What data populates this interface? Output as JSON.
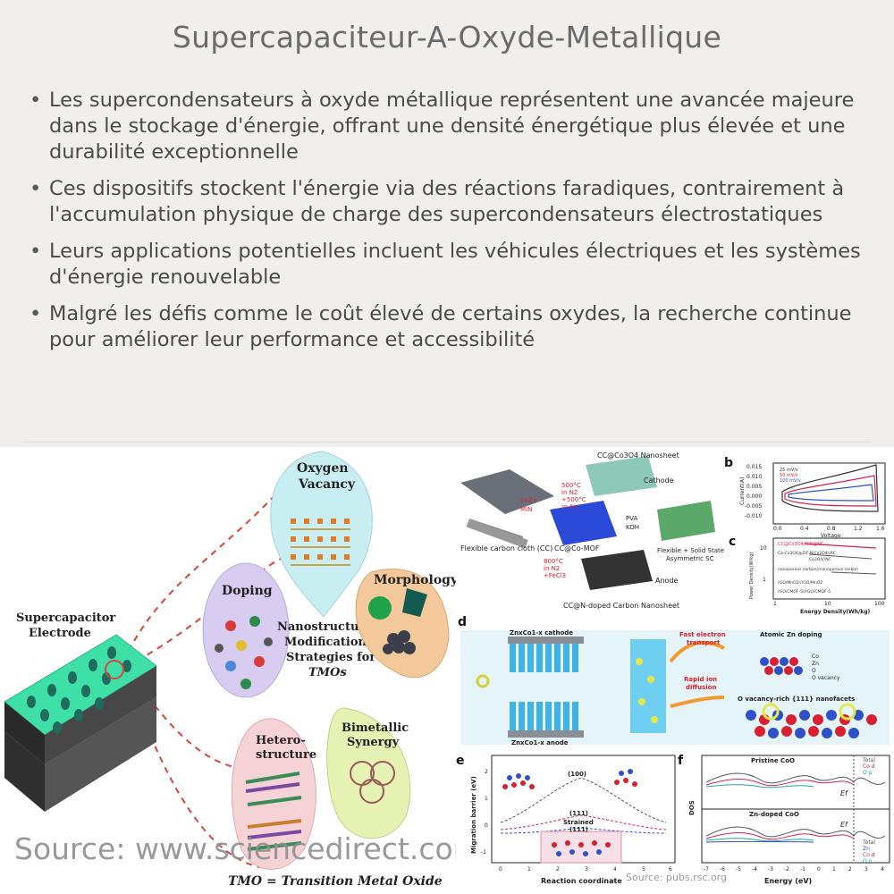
{
  "title": "Supercapaciteur-A-Oxyde-Metallique",
  "bullets": [
    "Les supercondensateurs à oxyde métallique représentent une avancée majeure dans le stockage d'énergie, offrant une densité énergétique plus élevée et une durabilité exceptionnelle",
    "Ces dispositifs stockent l'énergie via des réactions faradiques, contrairement à l'accumulation physique de charge des supercondensateurs électrostatiques",
    "Leurs applications potentielles incluent les véhicules électriques et les systèmes d'énergie renouvelable",
    "Malgré les défis comme le coût élevé de certains oxydes, la recherche continue pour améliorer leur performance et accessibilité"
  ],
  "left_figure": {
    "electrode_label_1": "Supercapacitor",
    "electrode_label_2": "Electrode",
    "center_1": "Nanostructuring",
    "center_2": "Modification",
    "center_3": "Strategies for",
    "center_4": "TMOs",
    "oxygen_1": "Oxygen",
    "oxygen_2": "Vacancy",
    "doping": "Doping",
    "morphology": "Morphology",
    "hetero_1": "Hetero-",
    "hetero_2": "structure",
    "bimetallic_1": "Bimetallic",
    "bimetallic_2": "Synergy",
    "footer": "TMO = Transition Metal Oxide",
    "source": "Source: www.sciencedirect.com"
  },
  "right_figure": {
    "panel_b": "b",
    "panel_c": "c",
    "panel_d": "d",
    "panel_e": "e",
    "panel_f": "f",
    "a_cc_co3o4": "CC@Co3O4 Nanosheet",
    "a_cathode": "Cathode",
    "a_flexible_cloth": "Flexible carbon cloth (CC)",
    "a_mof": "CC@Co-MOF",
    "a_pva": "PVA",
    "a_koh": "KOH",
    "a_sc_1": "Flexible + Solid State",
    "a_sc_2": "Asymmetric SC",
    "a_anode": "Anode",
    "a_ndoped": "CC@N-doped Carbon Nanosheet",
    "a_temp1": "500°C",
    "a_temp1b": "in N2",
    "a_temp1c": "+500°C",
    "a_temp1d": "in Air",
    "a_temp2": "800°C",
    "a_temp2b": "in N2",
    "a_temp2c": "+FeCl3",
    "a_co2": "Co2+",
    "a_min": "MIN",
    "b_ylabel": "Current(A)",
    "b_xlabel": "Voltage",
    "b_legend": [
      "25 mV/s",
      "50 mV/s",
      "100 mV/s"
    ],
    "b_yticks": [
      "0.015",
      "0.010",
      "0.005",
      "0.000",
      "-0.005",
      "-0.010"
    ],
    "b_xticks": [
      "0.0",
      "0.4",
      "0.8",
      "1.2",
      "1.6"
    ],
    "c_ylabel": "Power Density(W/kg)",
    "c_xlabel": "Energy Density(Wh/kg)",
    "c_series": [
      "CC@Co3O4//CC@NC",
      "Co-Co3O4@ZIF-NiCo2O4//AC",
      "Co3O4//NC",
      "nanoporous carbon//nanoporous carbon",
      "rGO/MnO2//rGO/MnO2",
      "rGO/CMOF-5//rGO/CMOF-5"
    ],
    "c_xticks": [
      "1",
      "10",
      "100"
    ],
    "c_yticks": [
      "10",
      "1"
    ],
    "d_cathode": "ZnxCo1-x cathode",
    "d_anode": "ZnxCo1-x anode",
    "d_fast": "Fast electron",
    "d_transport": "transport",
    "d_rapid": "Rapid ion",
    "d_diffusion": "diffusion",
    "d_atomic": "Atomic Zn doping",
    "d_legend": [
      "Co",
      "Zn",
      "O",
      "O vacancy"
    ],
    "d_nanofacets": "O vacancy-rich {111} nanofacets",
    "e_ylabel": "Migration barrier (eV)",
    "e_xlabel": "Reaction coordinate",
    "e_100": "(100)",
    "e_111": "(111)",
    "e_strained": "Strained",
    "e_111b": "(111)",
    "e_xticks": [
      "0",
      "1",
      "2",
      "3",
      "4",
      "5",
      "6"
    ],
    "e_yticks": [
      "2",
      "1",
      "0",
      "-1"
    ],
    "f_pristine": "Pristine CoO",
    "f_zndoped": "Zn-doped CoO",
    "f_legend1": [
      "Total",
      "Co d",
      "O p"
    ],
    "f_legend2": [
      "Total",
      "Zn",
      "Co d",
      "O p"
    ],
    "f_ylabel": "DOS",
    "f_xlabel": "Energy (eV)",
    "f_ef": "Ef",
    "f_xticks": [
      "-7",
      "-6",
      "-5",
      "-4",
      "-3",
      "-2",
      "-1",
      "0",
      "1",
      "2",
      "3",
      "4"
    ],
    "source": "Source: pubs.rsc.org"
  },
  "colors": {
    "background": "#f1efee",
    "electrode": "#3fe0a8",
    "dashed_line": "#d8443c",
    "oxygen_bubble": "#c8eef2",
    "doping_bubble": "#d8cdf0",
    "morphology_bubble": "#f3c89a",
    "hetero_bubble": "#f5d2d6",
    "bimetallic_bubble": "#e6f2b4",
    "panel_d_bg": "#e4f4f8",
    "cathode_blue": "#3fb2e8"
  }
}
